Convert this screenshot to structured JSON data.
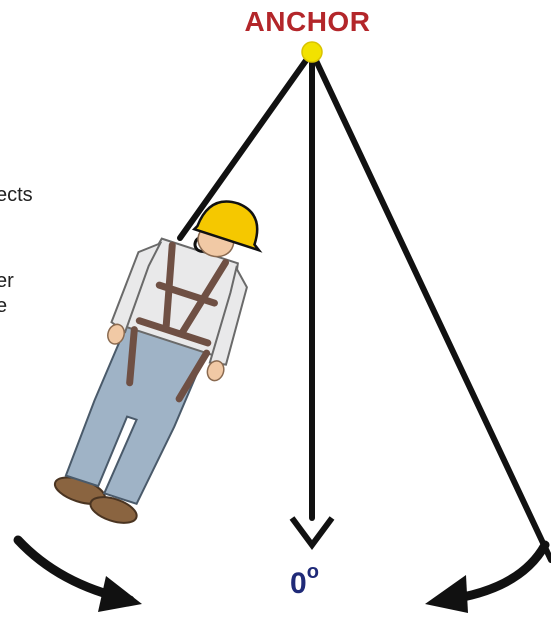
{
  "diagram": {
    "anchor_label": "ANCHOR",
    "angle_value": "0",
    "angle_unit": "o",
    "left_text_fragments": [
      "ects",
      "er",
      "e"
    ],
    "colors": {
      "anchor_text": "#b3262a",
      "angle_text": "#1f2a78",
      "anchor_dot": "#f2e200",
      "line": "#111111",
      "helmet": "#f5c800",
      "shirt": "#e9e9ea",
      "pants": "#9fb3c6",
      "harness": "#6f5044",
      "boots": "#8a6440",
      "skin": "#f1c9a5"
    }
  }
}
